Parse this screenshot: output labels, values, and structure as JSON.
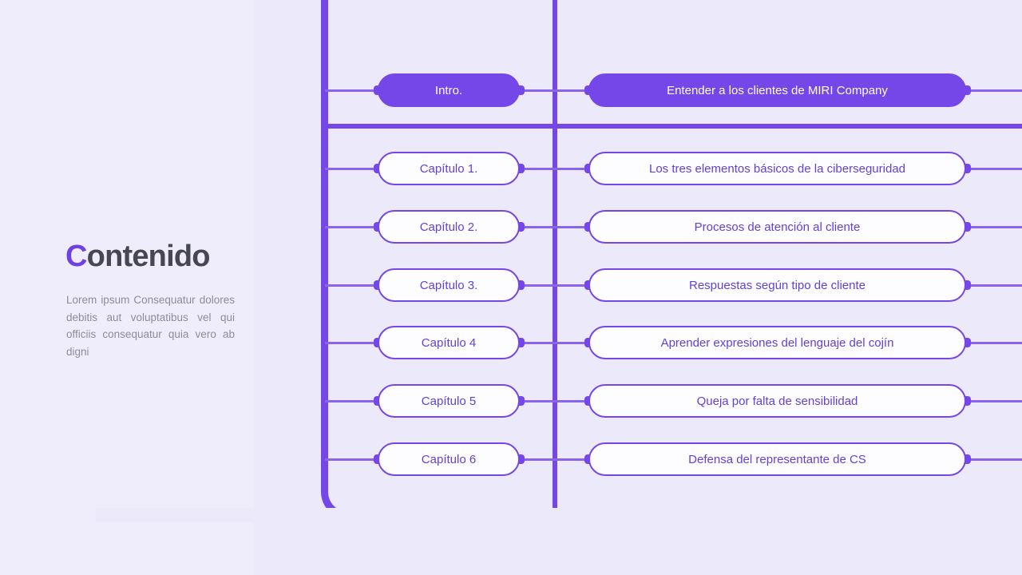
{
  "left_panel": {
    "title_accent": "C",
    "title_rest": "ontenido",
    "title_full": "Contenido",
    "paragraph": "Lorem ipsum Consequatur dolores debitis aut voluptatibus vel qui officiis consequatur quia vero ab digni"
  },
  "colors": {
    "background": "#ece9fb",
    "left_panel_background": "#efecfc",
    "accent_purple": "#7546e8",
    "line_purple": "#8c64ec",
    "box_text_purple": "#6440d6",
    "title_dark": "#474752",
    "paragraph_gray": "#8d8d99",
    "box_fill_white": "#fdfdff"
  },
  "diagram": {
    "header_row": {
      "label": "Intro.",
      "title": "Entender a los clientes de MIRI Company",
      "style": "filled"
    },
    "rows": [
      {
        "label": "Capítulo 1.",
        "title": "Los tres elementos básicos de la ciberseguridad",
        "style": "outline"
      },
      {
        "label": "Capítulo 2.",
        "title": "Procesos de atención al cliente",
        "style": "outline"
      },
      {
        "label": "Capítulo 3.",
        "title": "Respuestas según tipo de cliente",
        "style": "outline"
      },
      {
        "label": "Capítulo 4",
        "title": "Aprender expresiones del lenguaje del cojín",
        "style": "outline"
      },
      {
        "label": "Capítulo 5",
        "title": "Queja por falta de sensibilidad",
        "style": "outline"
      },
      {
        "label": "Capítulo 6",
        "title": "Defensa del representante de CS",
        "style": "outline"
      }
    ],
    "row_y": [
      113,
      211,
      284,
      357,
      429,
      502,
      575
    ]
  }
}
